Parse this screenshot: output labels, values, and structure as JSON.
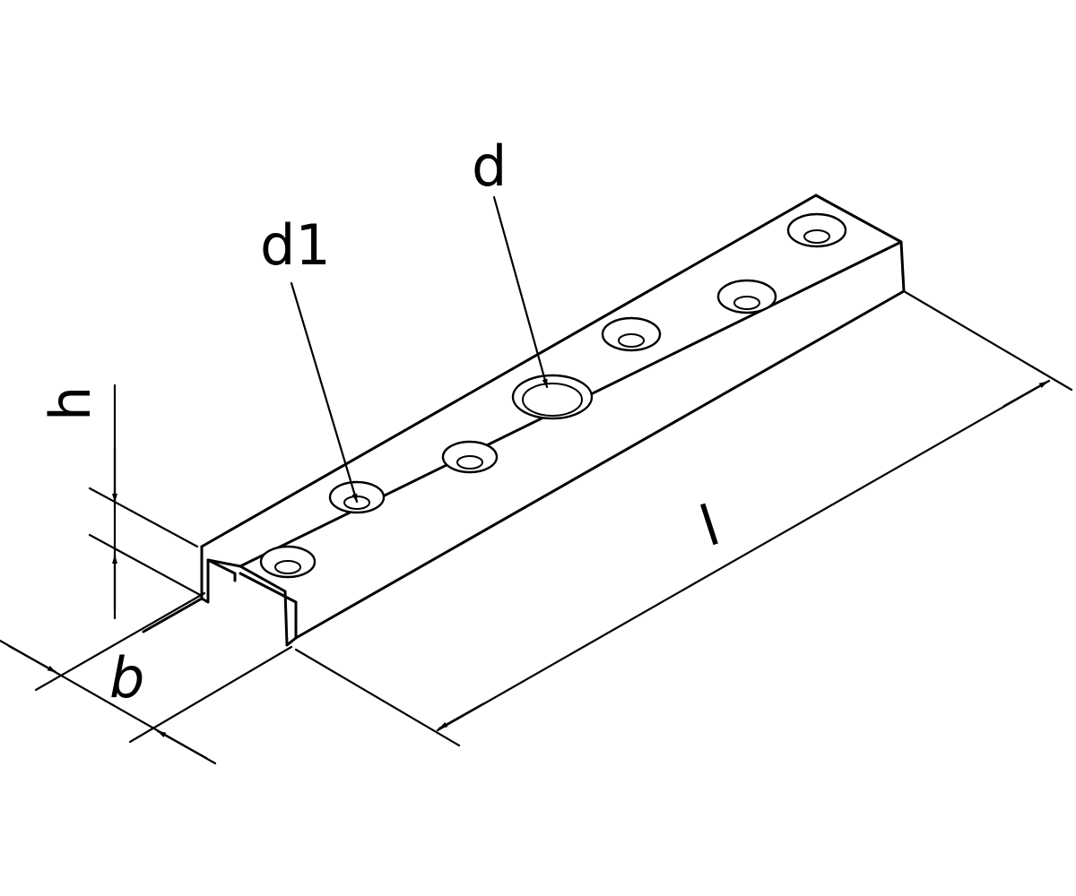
{
  "labels": {
    "d1": "d1",
    "d": "d",
    "h": "h",
    "b": "b",
    "l": "l"
  },
  "colors": {
    "stroke": "#000000",
    "background": "#ffffff"
  }
}
